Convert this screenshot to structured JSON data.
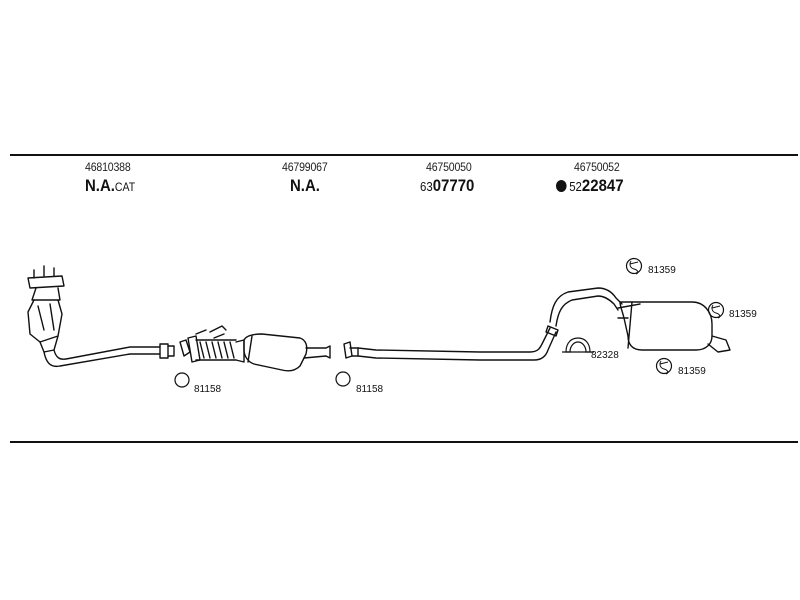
{
  "parts": [
    {
      "number": "46810388",
      "code_main": "N.A.",
      "code_suffix": "CAT"
    },
    {
      "number": "46799067",
      "code_main": "N.A.",
      "code_suffix": ""
    },
    {
      "number": "46750050",
      "code_prefix": "63",
      "code_main": "07770"
    },
    {
      "number": "46750052",
      "code_prefix": "52",
      "code_main": "22847",
      "marker": "filled-dot-icon"
    }
  ],
  "fittings": [
    {
      "ref": "81158",
      "icon": "ring-icon"
    },
    {
      "ref": "81158",
      "icon": "ring-icon"
    },
    {
      "ref": "82328",
      "icon": "clamp-icon"
    },
    {
      "ref": "81359",
      "icon": "rubber-hanger-icon"
    },
    {
      "ref": "81359",
      "icon": "rubber-hanger-icon"
    },
    {
      "ref": "81359",
      "icon": "rubber-hanger-icon"
    }
  ],
  "colors": {
    "ink": "#111111",
    "paper": "#ffffff"
  }
}
